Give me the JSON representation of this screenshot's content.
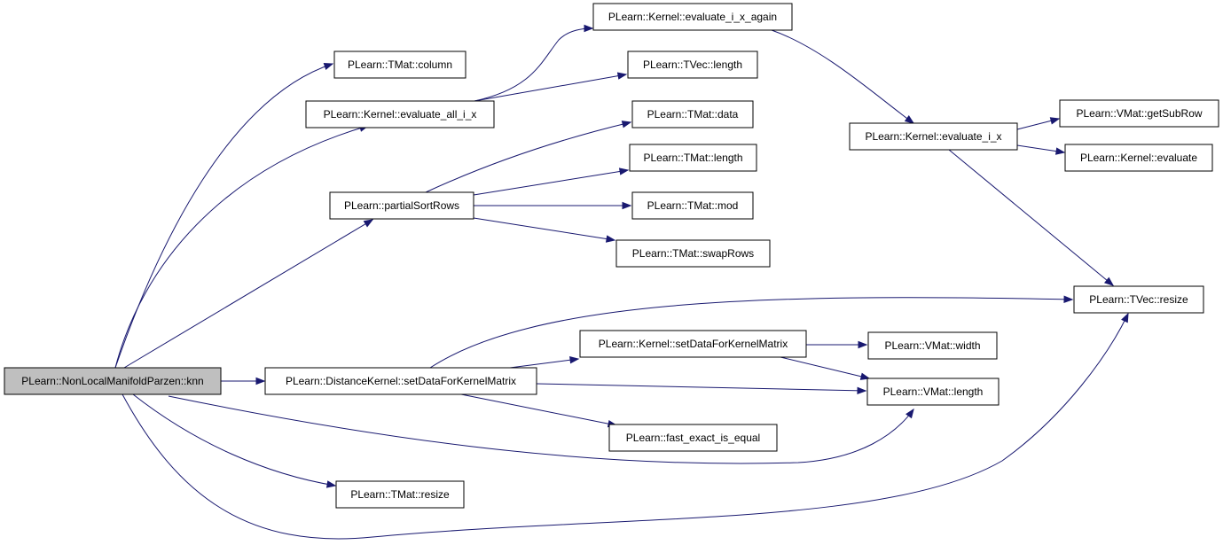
{
  "graph": {
    "root": "PLearn::NonLocalManifoldParzen::knn",
    "colors": {
      "edge": "#191970",
      "root_fill": "#bfbfbf",
      "node_fill": "#ffffff",
      "node_border": "#000000"
    },
    "nodes": [
      {
        "id": "knn",
        "label": "PLearn::NonLocalManifoldParzen::knn",
        "root": true
      },
      {
        "id": "tmat_column",
        "label": "PLearn::TMat::column"
      },
      {
        "id": "kernel_eval_all",
        "label": "PLearn::Kernel::evaluate_all_i_x"
      },
      {
        "id": "partialSortRows",
        "label": "PLearn::partialSortRows"
      },
      {
        "id": "dk_setData",
        "label": "PLearn::DistanceKernel::setDataForKernelMatrix"
      },
      {
        "id": "tmat_resize",
        "label": "PLearn::TMat::resize"
      },
      {
        "id": "kernel_eval_again",
        "label": "PLearn::Kernel::evaluate_i_x_again"
      },
      {
        "id": "tvec_length",
        "label": "PLearn::TVec::length"
      },
      {
        "id": "tmat_data",
        "label": "PLearn::TMat::data"
      },
      {
        "id": "tmat_length",
        "label": "PLearn::TMat::length"
      },
      {
        "id": "tmat_mod",
        "label": "PLearn::TMat::mod"
      },
      {
        "id": "tmat_swapRows",
        "label": "PLearn::TMat::swapRows"
      },
      {
        "id": "kernel_setData",
        "label": "PLearn::Kernel::setDataForKernelMatrix"
      },
      {
        "id": "fast_exact",
        "label": "PLearn::fast_exact_is_equal"
      },
      {
        "id": "kernel_eval_i_x",
        "label": "PLearn::Kernel::evaluate_i_x"
      },
      {
        "id": "vmat_getSubRow",
        "label": "PLearn::VMat::getSubRow"
      },
      {
        "id": "kernel_evaluate",
        "label": "PLearn::Kernel::evaluate"
      },
      {
        "id": "tvec_resize",
        "label": "PLearn::TVec::resize"
      },
      {
        "id": "vmat_width",
        "label": "PLearn::VMat::width"
      },
      {
        "id": "vmat_length",
        "label": "PLearn::VMat::length"
      }
    ],
    "edges": [
      {
        "from": "knn",
        "to": "tmat_column"
      },
      {
        "from": "knn",
        "to": "kernel_eval_all"
      },
      {
        "from": "knn",
        "to": "partialSortRows"
      },
      {
        "from": "knn",
        "to": "dk_setData"
      },
      {
        "from": "knn",
        "to": "tmat_resize"
      },
      {
        "from": "knn",
        "to": "vmat_length"
      },
      {
        "from": "knn",
        "to": "tvec_resize"
      },
      {
        "from": "kernel_eval_all",
        "to": "kernel_eval_again"
      },
      {
        "from": "kernel_eval_all",
        "to": "tvec_length"
      },
      {
        "from": "kernel_eval_again",
        "to": "kernel_eval_i_x"
      },
      {
        "from": "kernel_eval_i_x",
        "to": "vmat_getSubRow"
      },
      {
        "from": "kernel_eval_i_x",
        "to": "kernel_evaluate"
      },
      {
        "from": "kernel_eval_i_x",
        "to": "tvec_resize"
      },
      {
        "from": "partialSortRows",
        "to": "tmat_data"
      },
      {
        "from": "partialSortRows",
        "to": "tmat_length"
      },
      {
        "from": "partialSortRows",
        "to": "tmat_mod"
      },
      {
        "from": "partialSortRows",
        "to": "tmat_swapRows"
      },
      {
        "from": "dk_setData",
        "to": "tvec_resize"
      },
      {
        "from": "dk_setData",
        "to": "kernel_setData"
      },
      {
        "from": "dk_setData",
        "to": "vmat_length"
      },
      {
        "from": "dk_setData",
        "to": "fast_exact"
      },
      {
        "from": "kernel_setData",
        "to": "vmat_width"
      },
      {
        "from": "kernel_setData",
        "to": "vmat_length"
      }
    ]
  }
}
